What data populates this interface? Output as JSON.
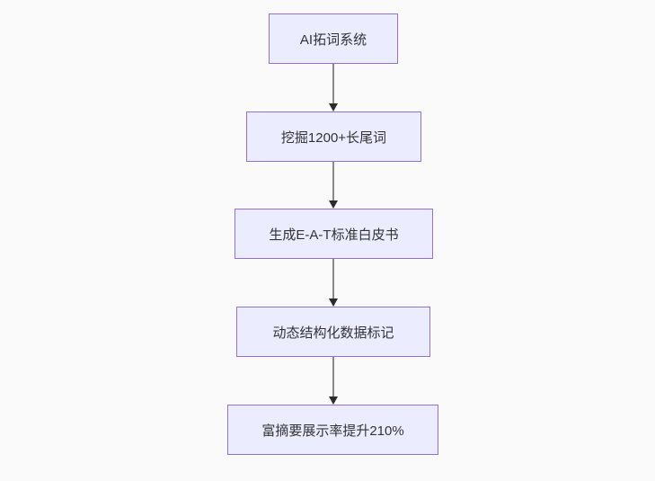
{
  "diagram": {
    "type": "flowchart",
    "direction": "top-down",
    "nodes": [
      {
        "id": "A",
        "label": "AI拓词系统"
      },
      {
        "id": "B",
        "label": "挖掘1200+长尾词"
      },
      {
        "id": "C",
        "label": "生成E-A-T标准白皮书"
      },
      {
        "id": "D",
        "label": "动态结构化数据标记"
      },
      {
        "id": "E",
        "label": "富摘要展示率提升210%"
      }
    ],
    "edges": [
      {
        "from": "A",
        "to": "B"
      },
      {
        "from": "B",
        "to": "C"
      },
      {
        "from": "C",
        "to": "D"
      },
      {
        "from": "D",
        "to": "E"
      }
    ],
    "colors": {
      "background": "#fafafa",
      "node_fill": "#ECECFF",
      "node_border": "#9370DB",
      "node_text": "#333333",
      "edge_line": "#8a8a8a",
      "arrowhead": "#2b2b2b"
    }
  }
}
